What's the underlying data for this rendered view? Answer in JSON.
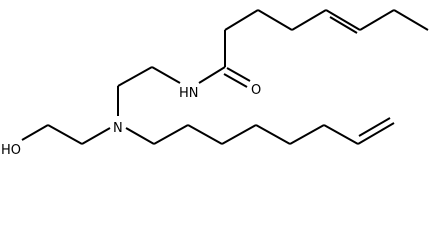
{
  "molecule": {
    "atoms": {
      "hydroxyl": "HO",
      "amine": "N",
      "amide_nh": "HN",
      "carbonyl_oxygen": "O"
    }
  }
}
